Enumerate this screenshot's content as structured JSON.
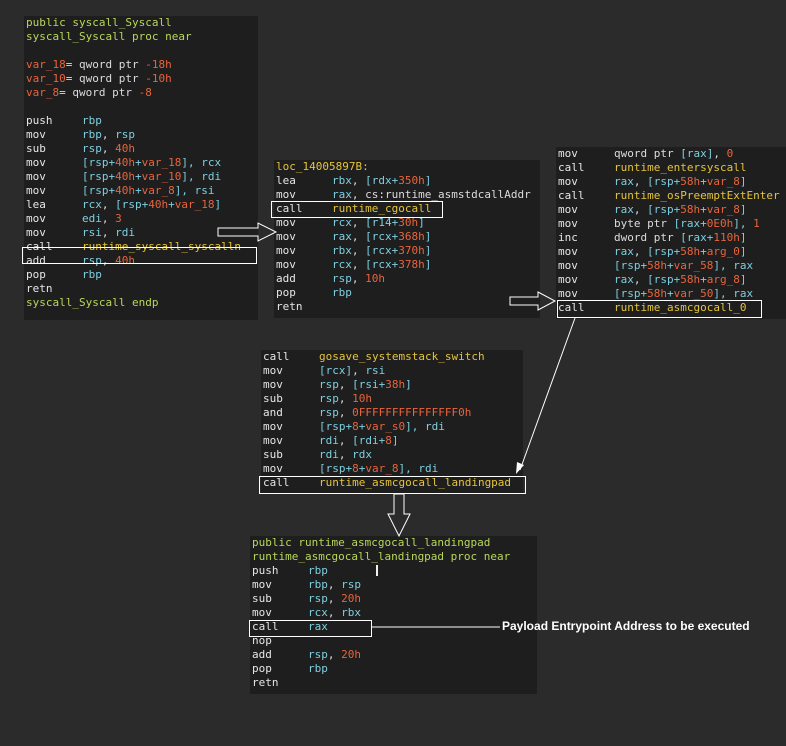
{
  "blocks": {
    "syscall_syscall": [
      [
        {
          "t": "public ",
          "c": "hdr"
        },
        {
          "t": "syscall_Syscall",
          "c": "hdr"
        }
      ],
      [
        {
          "t": "syscall_Syscall proc near",
          "c": "hdr"
        }
      ],
      [],
      [
        {
          "t": "var_18",
          "c": "var"
        },
        {
          "t": "= qword ptr ",
          "c": "tx"
        },
        {
          "t": "-18h",
          "c": "num"
        }
      ],
      [
        {
          "t": "var_10",
          "c": "var"
        },
        {
          "t": "= qword ptr ",
          "c": "tx"
        },
        {
          "t": "-10h",
          "c": "num"
        }
      ],
      [
        {
          "t": "var_8",
          "c": "var"
        },
        {
          "t": "= qword ptr ",
          "c": "tx"
        },
        {
          "t": "-8",
          "c": "num"
        }
      ],
      [],
      [
        {
          "t": "push",
          "c": "m"
        },
        {
          "t": "rbp",
          "c": "reg"
        }
      ],
      [
        {
          "t": "mov",
          "c": "m"
        },
        {
          "t": "rbp",
          "c": "reg"
        },
        {
          "t": ", ",
          "c": "tx"
        },
        {
          "t": "rsp",
          "c": "reg"
        }
      ],
      [
        {
          "t": "sub",
          "c": "m"
        },
        {
          "t": "rsp",
          "c": "reg"
        },
        {
          "t": ", ",
          "c": "tx"
        },
        {
          "t": "40h",
          "c": "num"
        }
      ],
      [
        {
          "t": "mov",
          "c": "m"
        },
        {
          "t": "[rsp+",
          "c": "reg"
        },
        {
          "t": "40h",
          "c": "num"
        },
        {
          "t": "+",
          "c": "reg"
        },
        {
          "t": "var_18",
          "c": "var"
        },
        {
          "t": "], ",
          "c": "reg"
        },
        {
          "t": "rcx",
          "c": "reg"
        }
      ],
      [
        {
          "t": "mov",
          "c": "m"
        },
        {
          "t": "[rsp+",
          "c": "reg"
        },
        {
          "t": "40h",
          "c": "num"
        },
        {
          "t": "+",
          "c": "reg"
        },
        {
          "t": "var_10",
          "c": "var"
        },
        {
          "t": "], ",
          "c": "reg"
        },
        {
          "t": "rdi",
          "c": "reg"
        }
      ],
      [
        {
          "t": "mov",
          "c": "m"
        },
        {
          "t": "[rsp+",
          "c": "reg"
        },
        {
          "t": "40h",
          "c": "num"
        },
        {
          "t": "+",
          "c": "reg"
        },
        {
          "t": "var_8",
          "c": "var"
        },
        {
          "t": "], ",
          "c": "reg"
        },
        {
          "t": "rsi",
          "c": "reg"
        }
      ],
      [
        {
          "t": "lea",
          "c": "m"
        },
        {
          "t": "rcx",
          "c": "reg"
        },
        {
          "t": ", ",
          "c": "tx"
        },
        {
          "t": "[rsp+",
          "c": "reg"
        },
        {
          "t": "40h",
          "c": "num"
        },
        {
          "t": "+",
          "c": "reg"
        },
        {
          "t": "var_18",
          "c": "var"
        },
        {
          "t": "]",
          "c": "reg"
        }
      ],
      [
        {
          "t": "mov",
          "c": "m"
        },
        {
          "t": "edi",
          "c": "reg"
        },
        {
          "t": ", ",
          "c": "tx"
        },
        {
          "t": "3",
          "c": "num"
        }
      ],
      [
        {
          "t": "mov",
          "c": "m"
        },
        {
          "t": "rsi",
          "c": "reg"
        },
        {
          "t": ", ",
          "c": "tx"
        },
        {
          "t": "rdi",
          "c": "reg"
        }
      ],
      [
        {
          "t": "call",
          "c": "m"
        },
        {
          "t": "runtime_syscall_syscalln",
          "c": "sym"
        }
      ],
      [
        {
          "t": "add",
          "c": "m"
        },
        {
          "t": "rsp",
          "c": "reg"
        },
        {
          "t": ", ",
          "c": "tx"
        },
        {
          "t": "40h",
          "c": "num"
        }
      ],
      [
        {
          "t": "pop",
          "c": "m"
        },
        {
          "t": "rbp",
          "c": "reg"
        }
      ],
      [
        {
          "t": "retn",
          "c": "m"
        }
      ],
      [
        {
          "t": "syscall_Syscall endp",
          "c": "hdr"
        }
      ]
    ],
    "loc_block": [
      [
        {
          "t": "loc_14005897B:",
          "c": "sym"
        }
      ],
      [
        {
          "t": "lea",
          "c": "m"
        },
        {
          "t": "rbx",
          "c": "reg"
        },
        {
          "t": ", ",
          "c": "tx"
        },
        {
          "t": "[rdx+",
          "c": "reg"
        },
        {
          "t": "350h",
          "c": "num"
        },
        {
          "t": "]",
          "c": "reg"
        }
      ],
      [
        {
          "t": "mov",
          "c": "m"
        },
        {
          "t": "rax",
          "c": "reg"
        },
        {
          "t": ", ",
          "c": "tx"
        },
        {
          "t": "cs:runtime_asmstdcallAddr",
          "c": "tx"
        }
      ],
      [
        {
          "t": "call",
          "c": "m"
        },
        {
          "t": "runtime_cgocall",
          "c": "sym"
        }
      ],
      [
        {
          "t": "mov",
          "c": "m"
        },
        {
          "t": "rcx",
          "c": "reg"
        },
        {
          "t": ", ",
          "c": "tx"
        },
        {
          "t": "[r14+",
          "c": "reg"
        },
        {
          "t": "30h",
          "c": "num"
        },
        {
          "t": "]",
          "c": "reg"
        }
      ],
      [
        {
          "t": "mov",
          "c": "m"
        },
        {
          "t": "rax",
          "c": "reg"
        },
        {
          "t": ", ",
          "c": "tx"
        },
        {
          "t": "[rcx+",
          "c": "reg"
        },
        {
          "t": "368h",
          "c": "num"
        },
        {
          "t": "]",
          "c": "reg"
        }
      ],
      [
        {
          "t": "mov",
          "c": "m"
        },
        {
          "t": "rbx",
          "c": "reg"
        },
        {
          "t": ", ",
          "c": "tx"
        },
        {
          "t": "[rcx+",
          "c": "reg"
        },
        {
          "t": "370h",
          "c": "num"
        },
        {
          "t": "]",
          "c": "reg"
        }
      ],
      [
        {
          "t": "mov",
          "c": "m"
        },
        {
          "t": "rcx",
          "c": "reg"
        },
        {
          "t": ", ",
          "c": "tx"
        },
        {
          "t": "[rcx+",
          "c": "reg"
        },
        {
          "t": "378h",
          "c": "num"
        },
        {
          "t": "]",
          "c": "reg"
        }
      ],
      [
        {
          "t": "add",
          "c": "m"
        },
        {
          "t": "rsp",
          "c": "reg"
        },
        {
          "t": ", ",
          "c": "tx"
        },
        {
          "t": "10h",
          "c": "num"
        }
      ],
      [
        {
          "t": "pop",
          "c": "m"
        },
        {
          "t": "rbp",
          "c": "reg"
        }
      ],
      [
        {
          "t": "retn",
          "c": "m"
        }
      ]
    ],
    "cgocall_block": [
      [
        {
          "t": "mov",
          "c": "m"
        },
        {
          "t": "qword ptr ",
          "c": "tx"
        },
        {
          "t": "[rax]",
          "c": "reg"
        },
        {
          "t": ", ",
          "c": "tx"
        },
        {
          "t": "0",
          "c": "num"
        }
      ],
      [
        {
          "t": "call",
          "c": "m"
        },
        {
          "t": "runtime_entersyscall",
          "c": "sym"
        }
      ],
      [
        {
          "t": "mov",
          "c": "m"
        },
        {
          "t": "rax",
          "c": "reg"
        },
        {
          "t": ", ",
          "c": "tx"
        },
        {
          "t": "[rsp+",
          "c": "reg"
        },
        {
          "t": "58h",
          "c": "num"
        },
        {
          "t": "+",
          "c": "reg"
        },
        {
          "t": "var_8",
          "c": "var"
        },
        {
          "t": "]",
          "c": "reg"
        }
      ],
      [
        {
          "t": "call",
          "c": "m"
        },
        {
          "t": "runtime_osPreemptExtEnter",
          "c": "sym"
        }
      ],
      [
        {
          "t": "mov",
          "c": "m"
        },
        {
          "t": "rax",
          "c": "reg"
        },
        {
          "t": ", ",
          "c": "tx"
        },
        {
          "t": "[rsp+",
          "c": "reg"
        },
        {
          "t": "58h",
          "c": "num"
        },
        {
          "t": "+",
          "c": "reg"
        },
        {
          "t": "var_8",
          "c": "var"
        },
        {
          "t": "]",
          "c": "reg"
        }
      ],
      [
        {
          "t": "mov",
          "c": "m"
        },
        {
          "t": "byte ptr ",
          "c": "tx"
        },
        {
          "t": "[rax+",
          "c": "reg"
        },
        {
          "t": "0E0h",
          "c": "num"
        },
        {
          "t": "], ",
          "c": "reg"
        },
        {
          "t": "1",
          "c": "num"
        }
      ],
      [
        {
          "t": "inc",
          "c": "m"
        },
        {
          "t": "dword ptr ",
          "c": "tx"
        },
        {
          "t": "[rax+",
          "c": "reg"
        },
        {
          "t": "110h",
          "c": "num"
        },
        {
          "t": "]",
          "c": "reg"
        }
      ],
      [
        {
          "t": "mov",
          "c": "m"
        },
        {
          "t": "rax",
          "c": "reg"
        },
        {
          "t": ", ",
          "c": "tx"
        },
        {
          "t": "[rsp+",
          "c": "reg"
        },
        {
          "t": "58h",
          "c": "num"
        },
        {
          "t": "+",
          "c": "reg"
        },
        {
          "t": "arg_0",
          "c": "var"
        },
        {
          "t": "]",
          "c": "reg"
        }
      ],
      [
        {
          "t": "mov",
          "c": "m"
        },
        {
          "t": "[rsp+",
          "c": "reg"
        },
        {
          "t": "58h",
          "c": "num"
        },
        {
          "t": "+",
          "c": "reg"
        },
        {
          "t": "var_58",
          "c": "var"
        },
        {
          "t": "], ",
          "c": "reg"
        },
        {
          "t": "rax",
          "c": "reg"
        }
      ],
      [
        {
          "t": "mov",
          "c": "m"
        },
        {
          "t": "rax",
          "c": "reg"
        },
        {
          "t": ", ",
          "c": "tx"
        },
        {
          "t": "[rsp+",
          "c": "reg"
        },
        {
          "t": "58h",
          "c": "num"
        },
        {
          "t": "+",
          "c": "reg"
        },
        {
          "t": "arg_8",
          "c": "var"
        },
        {
          "t": "]",
          "c": "reg"
        }
      ],
      [
        {
          "t": "mov",
          "c": "m"
        },
        {
          "t": "[rsp+",
          "c": "reg"
        },
        {
          "t": "58h",
          "c": "num"
        },
        {
          "t": "+",
          "c": "reg"
        },
        {
          "t": "var_50",
          "c": "var"
        },
        {
          "t": "], ",
          "c": "reg"
        },
        {
          "t": "rax",
          "c": "reg"
        }
      ],
      [
        {
          "t": "call",
          "c": "m"
        },
        {
          "t": "runtime_asmcgocall_0",
          "c": "sym"
        }
      ]
    ],
    "asmcgocall_block": [
      [
        {
          "t": "call",
          "c": "m"
        },
        {
          "t": "gosave_systemstack_switch",
          "c": "sym"
        }
      ],
      [
        {
          "t": "mov",
          "c": "m"
        },
        {
          "t": "[rcx]",
          "c": "reg"
        },
        {
          "t": ", ",
          "c": "tx"
        },
        {
          "t": "rsi",
          "c": "reg"
        }
      ],
      [
        {
          "t": "mov",
          "c": "m"
        },
        {
          "t": "rsp",
          "c": "reg"
        },
        {
          "t": ", ",
          "c": "tx"
        },
        {
          "t": "[rsi+",
          "c": "reg"
        },
        {
          "t": "38h",
          "c": "num"
        },
        {
          "t": "]",
          "c": "reg"
        }
      ],
      [
        {
          "t": "sub",
          "c": "m"
        },
        {
          "t": "rsp",
          "c": "reg"
        },
        {
          "t": ", ",
          "c": "tx"
        },
        {
          "t": "10h",
          "c": "num"
        }
      ],
      [
        {
          "t": "and",
          "c": "m"
        },
        {
          "t": "rsp",
          "c": "reg"
        },
        {
          "t": ", ",
          "c": "tx"
        },
        {
          "t": "0FFFFFFFFFFFFFFF0h",
          "c": "num"
        }
      ],
      [
        {
          "t": "mov",
          "c": "m"
        },
        {
          "t": "[rsp+",
          "c": "reg"
        },
        {
          "t": "8",
          "c": "num"
        },
        {
          "t": "+",
          "c": "reg"
        },
        {
          "t": "var_s0",
          "c": "var"
        },
        {
          "t": "], ",
          "c": "reg"
        },
        {
          "t": "rdi",
          "c": "reg"
        }
      ],
      [
        {
          "t": "mov",
          "c": "m"
        },
        {
          "t": "rdi",
          "c": "reg"
        },
        {
          "t": ", ",
          "c": "tx"
        },
        {
          "t": "[rdi+",
          "c": "reg"
        },
        {
          "t": "8",
          "c": "num"
        },
        {
          "t": "]",
          "c": "reg"
        }
      ],
      [
        {
          "t": "sub",
          "c": "m"
        },
        {
          "t": "rdi",
          "c": "reg"
        },
        {
          "t": ", ",
          "c": "tx"
        },
        {
          "t": "rdx",
          "c": "reg"
        }
      ],
      [
        {
          "t": "mov",
          "c": "m"
        },
        {
          "t": "[rsp+",
          "c": "reg"
        },
        {
          "t": "8",
          "c": "num"
        },
        {
          "t": "+",
          "c": "reg"
        },
        {
          "t": "var_8",
          "c": "var"
        },
        {
          "t": "], ",
          "c": "reg"
        },
        {
          "t": "rdi",
          "c": "reg"
        }
      ],
      [
        {
          "t": "call",
          "c": "m"
        },
        {
          "t": "runtime_asmcgocall_landingpad",
          "c": "sym"
        }
      ]
    ],
    "landingpad_block": [
      [
        {
          "t": "public runtime_asmcgocall_landingpad",
          "c": "hdr"
        }
      ],
      [
        {
          "t": "runtime_asmcgocall_landingpad proc near",
          "c": "hdr"
        }
      ],
      [
        {
          "t": "push",
          "c": "m"
        },
        {
          "t": "rbp",
          "c": "reg"
        }
      ],
      [
        {
          "t": "mov",
          "c": "m"
        },
        {
          "t": "rbp",
          "c": "reg"
        },
        {
          "t": ", ",
          "c": "tx"
        },
        {
          "t": "rsp",
          "c": "reg"
        }
      ],
      [
        {
          "t": "sub",
          "c": "m"
        },
        {
          "t": "rsp",
          "c": "reg"
        },
        {
          "t": ", ",
          "c": "tx"
        },
        {
          "t": "20h",
          "c": "num"
        }
      ],
      [
        {
          "t": "mov",
          "c": "m"
        },
        {
          "t": "rcx",
          "c": "reg"
        },
        {
          "t": ", ",
          "c": "tx"
        },
        {
          "t": "rbx",
          "c": "reg"
        }
      ],
      [
        {
          "t": "call",
          "c": "m"
        },
        {
          "t": "rax",
          "c": "reg"
        }
      ],
      [
        {
          "t": "nop",
          "c": "m"
        }
      ],
      [
        {
          "t": "add",
          "c": "m"
        },
        {
          "t": "rsp",
          "c": "reg"
        },
        {
          "t": ", ",
          "c": "tx"
        },
        {
          "t": "20h",
          "c": "num"
        }
      ],
      [
        {
          "t": "pop",
          "c": "m"
        },
        {
          "t": "rbp",
          "c": "reg"
        }
      ],
      [
        {
          "t": "retn",
          "c": "m"
        }
      ]
    ]
  },
  "annotation": {
    "payload_label": "Payload Entrypoint Address to be executed"
  },
  "colors": {
    "background": "#2b2b2b",
    "block_bg": "#1e1e1e",
    "header": "#b8d85a",
    "register": "#7ecfe0",
    "number": "#e8643c",
    "symbol": "#e6c43a",
    "highlight_box": "#ffffff"
  }
}
